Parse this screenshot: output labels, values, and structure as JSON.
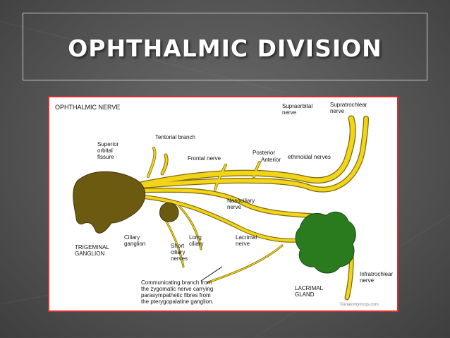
{
  "slide": {
    "title": "OPHTHALMIC DIVISION"
  },
  "figure": {
    "heading": "OPHTHALMIC NERVE",
    "labels": {
      "supraorbital": "Supraorbital\nnerve",
      "supratrochlear": "Supratrochlear\nnerve",
      "tentorial": "Tentorial branch",
      "superior_orbital_fissure": "Superior\norbital\nfissure",
      "frontal": "Frontal nerve",
      "posterior": "Posterior",
      "anterior": "Anterior",
      "ethmoidal": "ethmoidal nerves",
      "nasociliary": "Nasociliary\nnerve",
      "trigeminal": "TRIGEMINAL\nGANGLION",
      "ciliary_ganglion": "Ciliary\nganglion",
      "short_ciliary": "Short\nciliary\nnerves",
      "long_ciliary": "Long\nciliary",
      "lacrimal_nerve": "Lacrimal\nnerve",
      "communicating": "Communicating branch from\nthe zygomatic nerve carrying\nparasympathetic fibres from\nthe pterygopalatine ganglion.",
      "lacrimal_gland": "LACRIMAL\nGLAND",
      "infratrochlear": "Infratrochlear\nnerve",
      "credit": "©anatomymcqs.com"
    }
  },
  "colors": {
    "nerve": "#f3d416",
    "nerve_outline": "#7a6a10",
    "ganglion": "#6b5a10",
    "gland": "#2a7a1e",
    "frame": "#d32f2f"
  }
}
